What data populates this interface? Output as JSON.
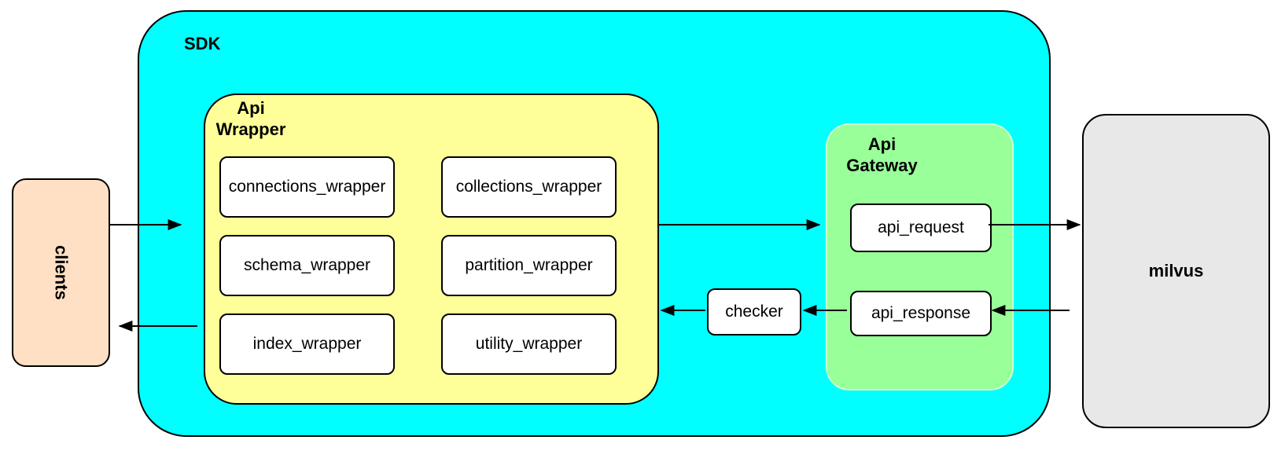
{
  "colors": {
    "sdk_fill": "#00FFFF",
    "api_wrapper_fill": "#FFFF99",
    "api_gateway_fill": "#99FF99",
    "clients_fill": "#FFE0C4",
    "milvus_fill": "#E8E8E8",
    "node_fill": "#FFFFFF",
    "border": "#000000"
  },
  "nodes": {
    "sdk": "SDK",
    "clients": "clients",
    "api_wrapper": {
      "line1": "Api",
      "line2": "Wrapper"
    },
    "api_gateway": {
      "line1": "Api",
      "line2": "Gateway"
    },
    "wrappers": [
      {
        "label": "connections_wrapper"
      },
      {
        "label": "collections_wrapper"
      },
      {
        "label": "schema_wrapper"
      },
      {
        "label": "partition_wrapper"
      },
      {
        "label": "index_wrapper"
      },
      {
        "label": "utility_wrapper"
      }
    ],
    "api_request": "api_request",
    "api_response": "api_response",
    "checker": "checker",
    "milvus": "milvus"
  },
  "edges": [
    {
      "from": "clients",
      "to": "sdk"
    },
    {
      "from": "sdk",
      "to": "clients"
    },
    {
      "from": "api_wrapper",
      "to": "api_gateway"
    },
    {
      "from": "api_request",
      "to": "milvus"
    },
    {
      "from": "milvus",
      "to": "api_response"
    },
    {
      "from": "api_response",
      "to": "checker"
    },
    {
      "from": "checker",
      "to": "api_wrapper"
    }
  ]
}
